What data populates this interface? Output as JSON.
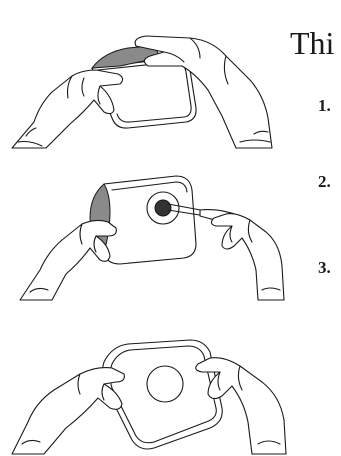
{
  "document": {
    "title": "Thi",
    "steps": [
      {
        "number": "1."
      },
      {
        "number": "2."
      },
      {
        "number": "3."
      }
    ]
  },
  "illustrations": [
    {
      "icon": "gloved-hands-peeling-backing-icon"
    },
    {
      "icon": "gloved-hands-forceps-wound-dressing-icon"
    },
    {
      "icon": "gloved-hands-holding-dressing-icon"
    }
  ]
}
